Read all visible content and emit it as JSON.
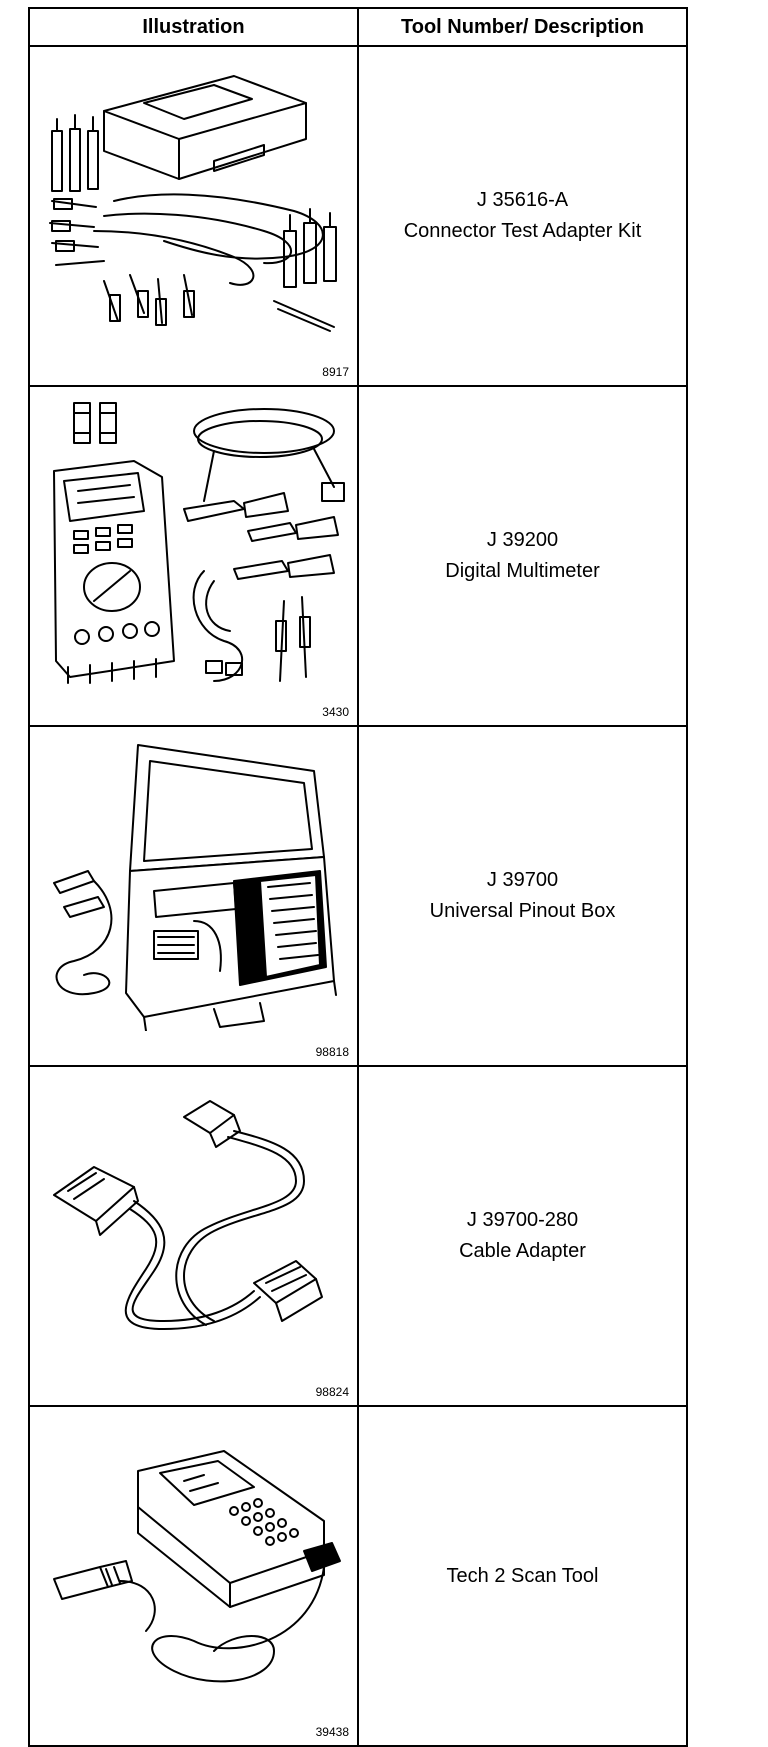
{
  "table": {
    "headers": {
      "illustration": "Illustration",
      "description": "Tool Number/ Description"
    },
    "rows": [
      {
        "figure_number": "8917",
        "tool_number": "J 35616-A",
        "description": "Connector Test Adapter Kit",
        "illustration": "connector-test-adapter-kit-illustration"
      },
      {
        "figure_number": "3430",
        "tool_number": "J 39200",
        "description": "Digital Multimeter",
        "illustration": "digital-multimeter-illustration"
      },
      {
        "figure_number": "98818",
        "tool_number": "J 39700",
        "description": "Universal Pinout Box",
        "illustration": "universal-pinout-box-illustration"
      },
      {
        "figure_number": "98824",
        "tool_number": "J 39700-280",
        "description": "Cable Adapter",
        "illustration": "cable-adapter-illustration"
      },
      {
        "figure_number": "39438",
        "tool_number": "",
        "description": "Tech 2 Scan Tool",
        "illustration": "tech-2-scan-tool-illustration"
      }
    ]
  }
}
